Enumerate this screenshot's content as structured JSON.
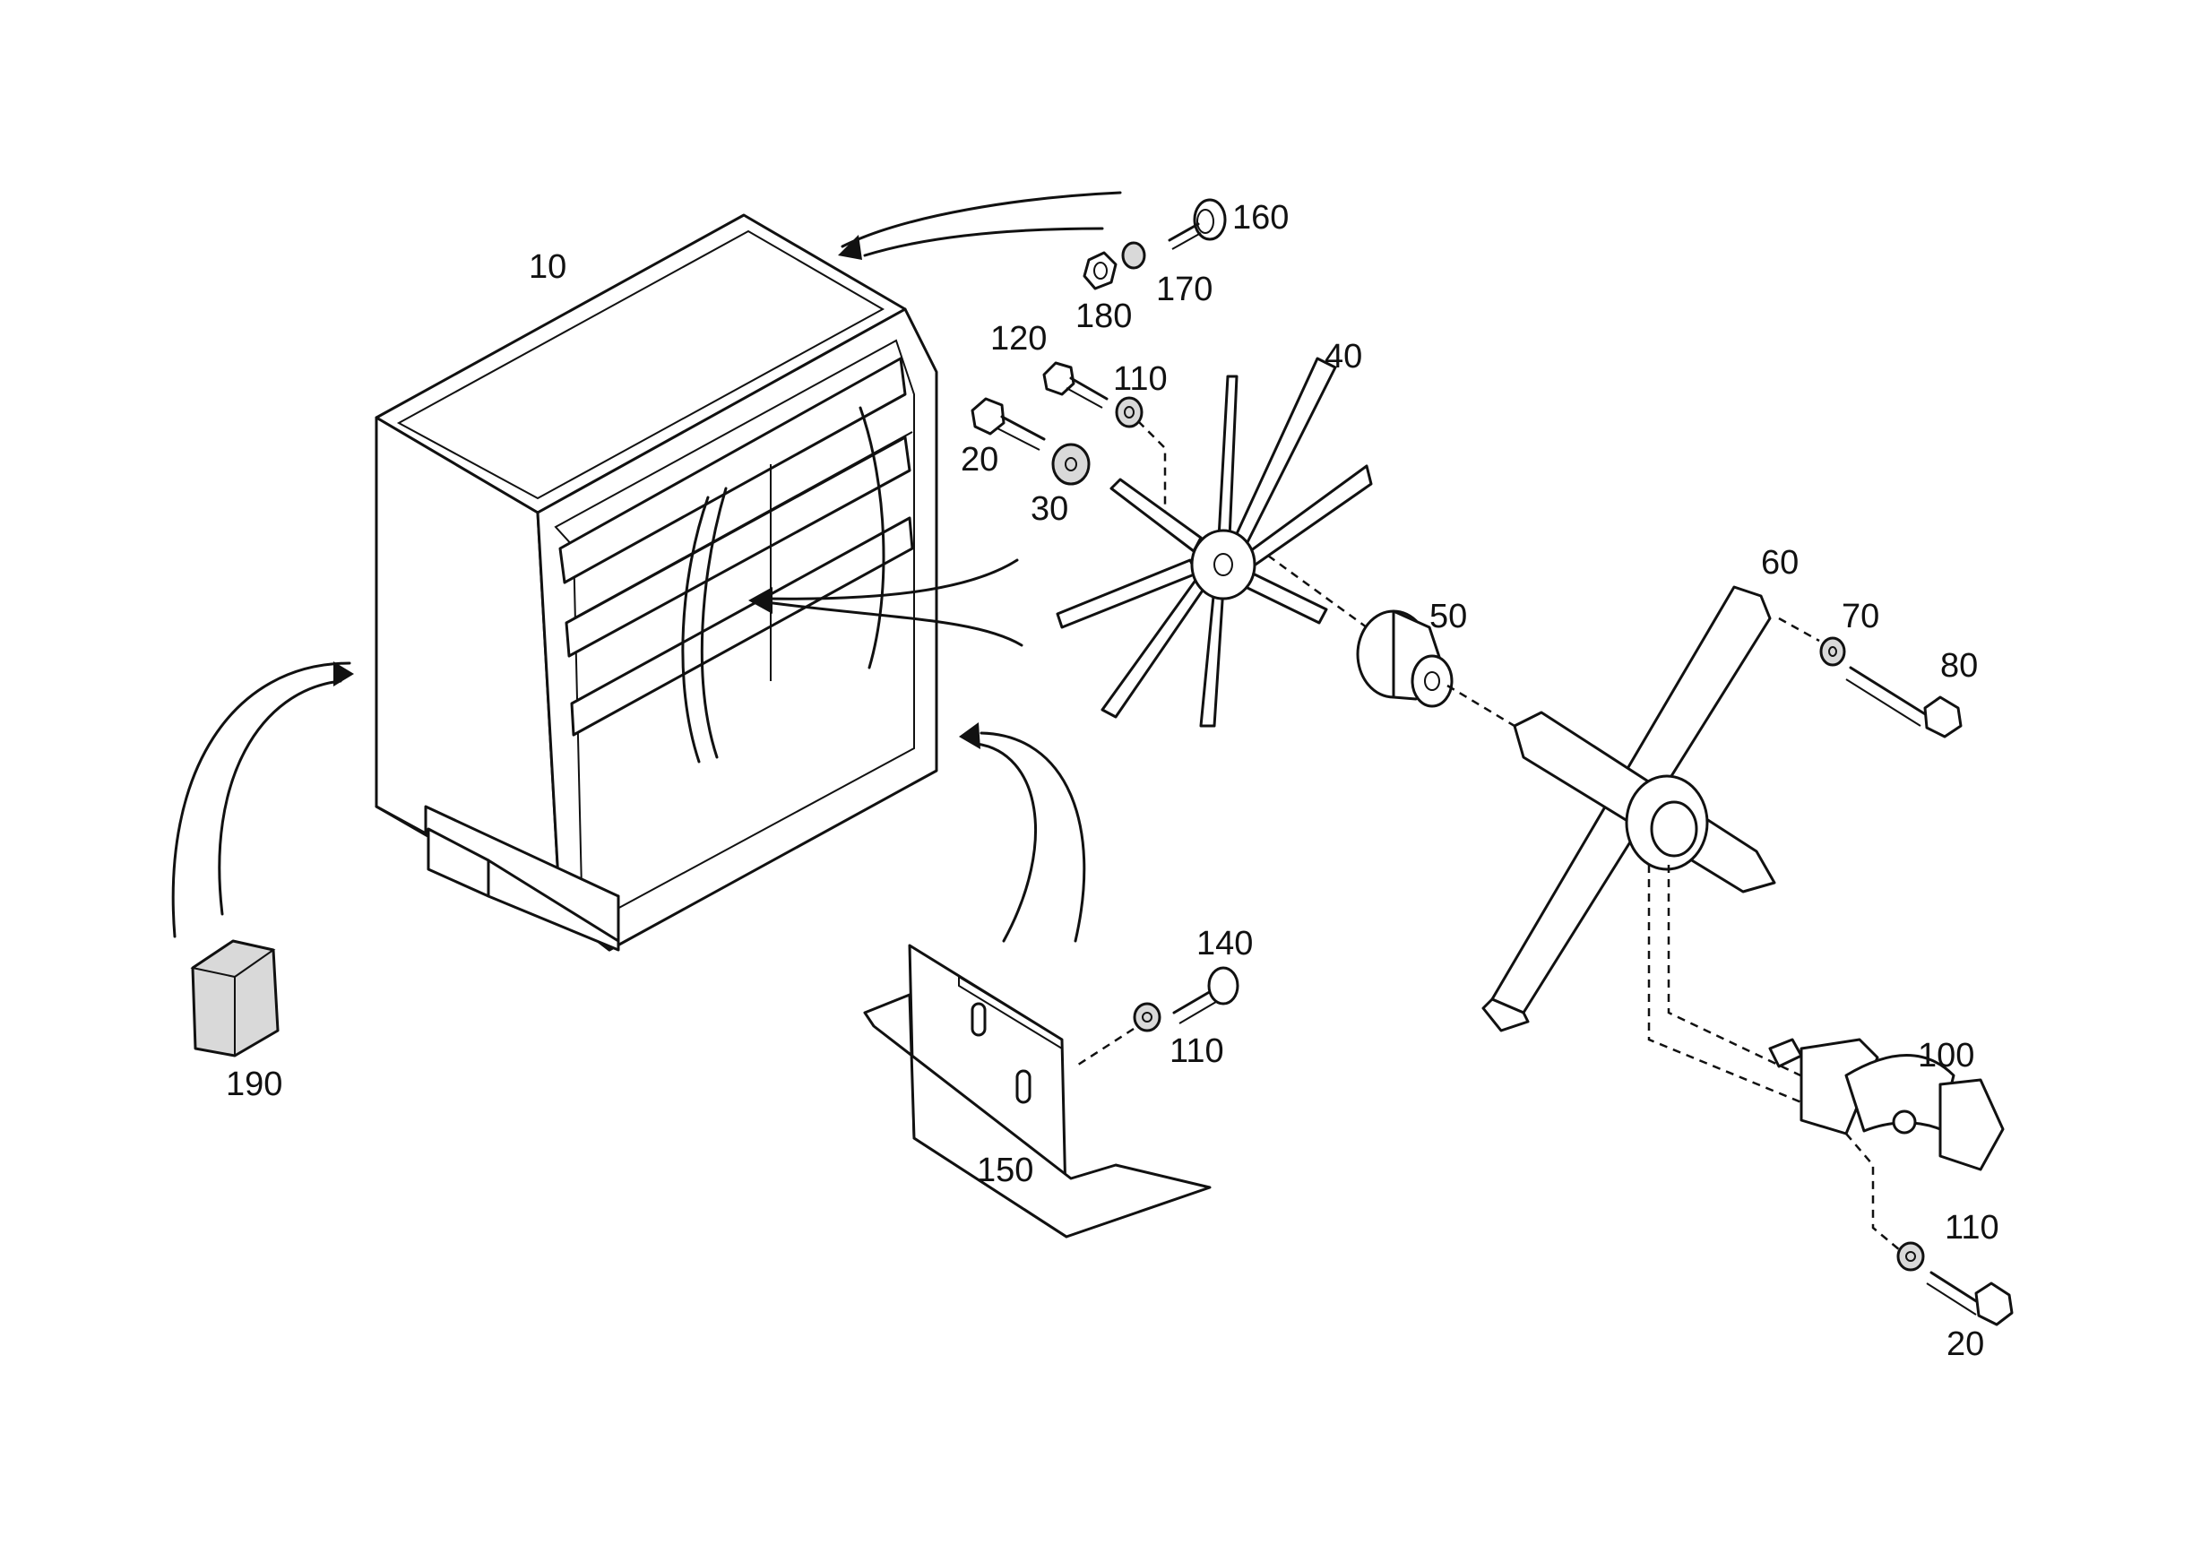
{
  "labels": {
    "p10": "10",
    "p20_upper": "20",
    "p20_lower": "20",
    "p30": "30",
    "p40": "40",
    "p50": "50",
    "p60": "60",
    "p70": "70",
    "p80": "80",
    "p100": "100",
    "p110_upper": "110",
    "p110_middle": "110",
    "p110_lower": "110",
    "p120": "120",
    "p140": "140",
    "p150": "150",
    "p160": "160",
    "p170": "170",
    "p180": "180",
    "p190": "190"
  }
}
